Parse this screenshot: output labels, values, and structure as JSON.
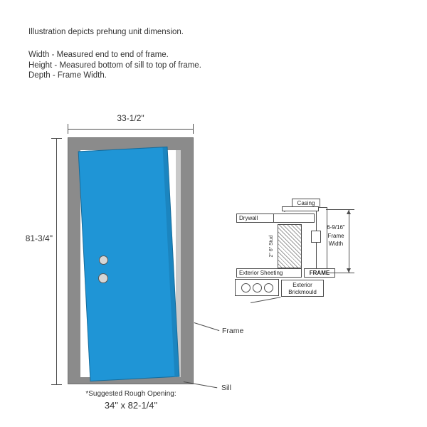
{
  "title": "Illustration depicts prehung unit dimension.",
  "notes": {
    "width": "Width - Measured end to end of frame.",
    "height": "Height - Measured bottom of sill to top of frame.",
    "depth": "Depth - Frame Width."
  },
  "door_diagram": {
    "width_label": "33-1/2\"",
    "height_label": "81-3/4\"",
    "frame_callout": "Frame",
    "sill_callout": "Sill",
    "rough_opening_caption": "*Suggested Rough Opening:",
    "rough_opening_value": "34\" x 82-1/4\""
  },
  "cross_section": {
    "casing_label": "Casing",
    "drywall_label": "Drywall",
    "stud_label": "2\" 6\" Stud",
    "exterior_sheeting_label": "Exterior Sheeting",
    "frame_label": "FRAME",
    "frame_width_value": "6-9/16\"",
    "frame_width_line1": "Frame",
    "frame_width_line2": "Width",
    "brickmould_line1": "Exterior",
    "brickmould_line2": "Brickmould"
  },
  "colors": {
    "door_blue": "#1f95d6",
    "frame_gray": "#8b8b8b",
    "jamb_gray": "#c9c9c9",
    "line": "#4d4d4d",
    "text": "#333333"
  }
}
